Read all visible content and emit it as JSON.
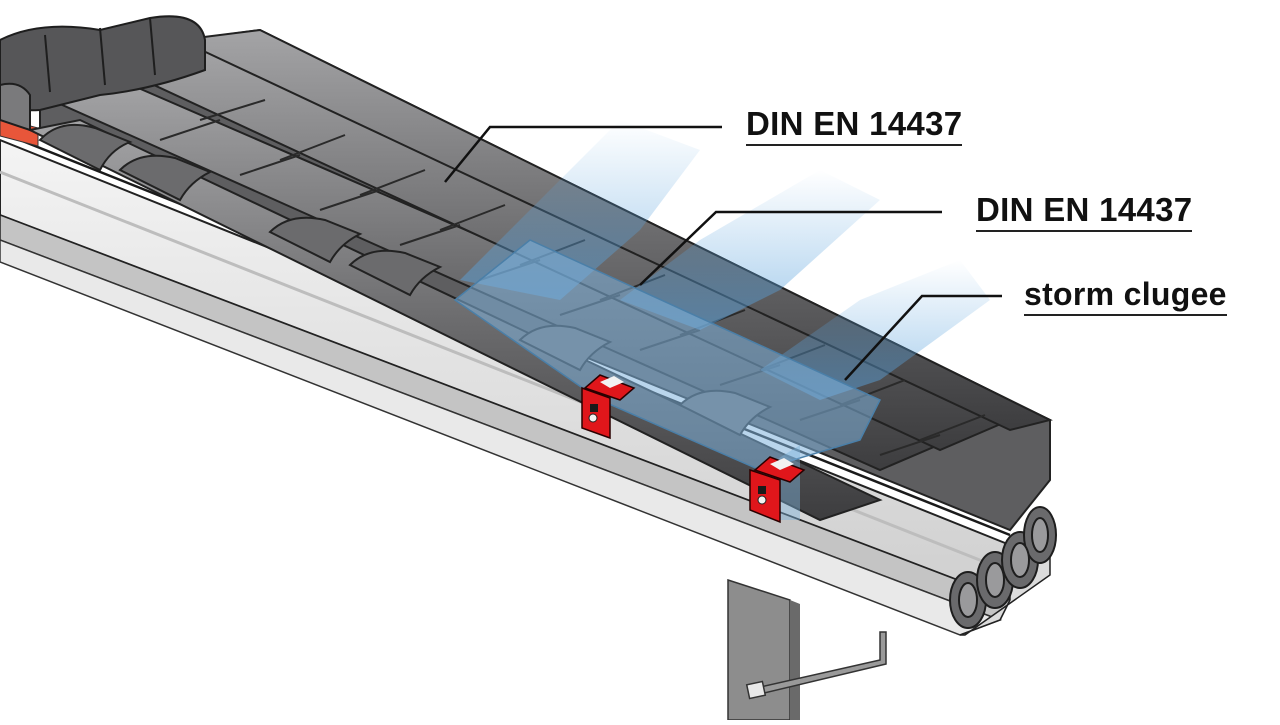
{
  "diagram": {
    "subject": "Tiled roof eave with gutter, storm clips and highlighted tile section",
    "callouts": [
      {
        "id": "callout-1",
        "label": "DIN EN 14437",
        "target": "upper roof tiles"
      },
      {
        "id": "callout-2",
        "label": "DIN EN 14437",
        "target": "highlighted middle tiles"
      },
      {
        "id": "callout-3",
        "label": "storm clugee",
        "target": "highlighted tiles near eave"
      }
    ],
    "components": {
      "roof_tiles": "Grey interlocking roof tiles",
      "ridge_tiles": "Ridge cap tiles at top-left",
      "highlight": "Translucent blue highlighted tile zone",
      "storm_clips": "Two red storm clips at eave",
      "gutter": "Light grey gutter / fascia board",
      "bracket": "Grey support post with rod bracket",
      "flashing": "Orange-red flashing strip at left edge"
    },
    "colors": {
      "tile": "#6e6e70",
      "tile_dark": "#3a3a3c",
      "tile_light": "#9a9a9c",
      "highlight": "#7fb3dc",
      "clip": "#e0161b",
      "gutter": "#e4e4e4",
      "gutter_shadow": "#b9b9b9",
      "post": "#8a8a8a",
      "flashing": "#e8563a",
      "text": "#111111"
    }
  }
}
